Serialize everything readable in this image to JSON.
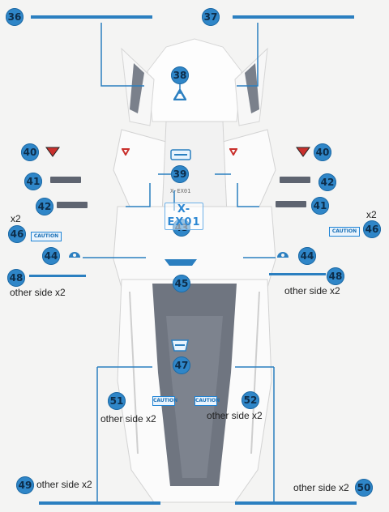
{
  "colors": {
    "background": "#f4f4f3",
    "accent_blue": "#2f86c8",
    "line_blue": "#2b7fc0",
    "decal_gray": "#5e6470",
    "decal_red": "#c9302c",
    "armor_white": "#ffffff",
    "armor_gray": "#6f7580"
  },
  "badges": {
    "b36": "36",
    "b37": "37",
    "b38": "38",
    "b39": "39",
    "b40l": "40",
    "b40r": "40",
    "b41l": "41",
    "b41r": "41",
    "b42l": "42",
    "b42r": "42",
    "b43": "43",
    "b44l": "44",
    "b44r": "44",
    "b45": "45",
    "b46l": "46",
    "b46r": "46",
    "b47": "47",
    "b48l": "48",
    "b48r": "48",
    "b49": "49",
    "b50": "50",
    "b51": "51",
    "b52": "52"
  },
  "notes": {
    "x2_left": "x2",
    "x2_right": "x2",
    "other_side_48l": "other side x2",
    "other_side_48r": "other side x2",
    "other_side_51": "other side x2",
    "other_side_52": "other side x2",
    "other_side_49": "other side x2",
    "other_side_50": "other side x2"
  },
  "decals": {
    "x_label": "X-EX01",
    "model_code": "X-EX01",
    "caution_46l": "CAUTION",
    "caution_46r": "CAUTION",
    "caution_51": "CAUTION",
    "caution_52": "CAUTION"
  }
}
